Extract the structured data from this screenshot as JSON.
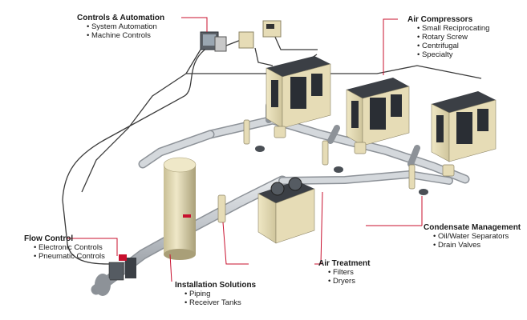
{
  "callouts": {
    "controls": {
      "title": "Controls & Automation",
      "items": [
        "System Automation",
        "Machine Controls"
      ]
    },
    "compressors": {
      "title": "Air Compressors",
      "items": [
        "Small Reciprocating",
        "Rotary Screw",
        "Centrifugal",
        "Specialty"
      ]
    },
    "condensate": {
      "title": "Condensate Management",
      "items": [
        "Oil/Water Separators",
        "Drain Valves"
      ]
    },
    "treatment": {
      "title": "Air Treatment",
      "items": [
        "Filters",
        "Dryers"
      ]
    },
    "installation": {
      "title": "Installation Solutions",
      "items": [
        "Piping",
        "Receiver Tanks"
      ]
    },
    "flow": {
      "title": "Flow Control",
      "items": [
        "Electronic Controls",
        "Pneumatic Controls"
      ]
    }
  },
  "colors": {
    "leader": "#c8102e",
    "cabinet": "#e6dcb6",
    "panel": "#2a2e34",
    "pipe": "#b9bec4",
    "cable": "#3a3a3a"
  }
}
